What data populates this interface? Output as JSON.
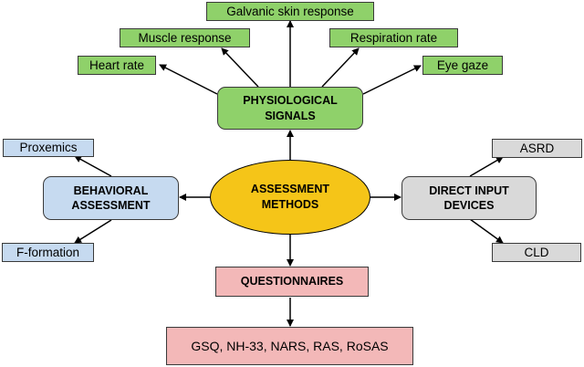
{
  "colors": {
    "green": "#8fd16a",
    "blue": "#c6daf0",
    "gray": "#d9d9d9",
    "pink": "#f3b8b8",
    "yellow": "#f5c518",
    "stroke": "#000000"
  },
  "center": {
    "label": "ASSESSMENT\nMETHODS"
  },
  "physiological": {
    "label": "PHYSIOLOGICAL\nSIGNALS",
    "items": [
      "Galvanic skin response",
      "Muscle response",
      "Respiration rate",
      "Heart rate",
      "Eye gaze"
    ]
  },
  "behavioral": {
    "label": "BEHAVIORAL\nASSESSMENT",
    "items": [
      "Proxemics",
      "F-formation"
    ]
  },
  "direct_input": {
    "label": "DIRECT INPUT\nDEVICES",
    "items": [
      "ASRD",
      "CLD"
    ]
  },
  "questionnaires": {
    "label": "QUESTIONNAIRES",
    "items": [
      "GSQ, NH-33, NARS, RAS, RoSAS"
    ]
  }
}
